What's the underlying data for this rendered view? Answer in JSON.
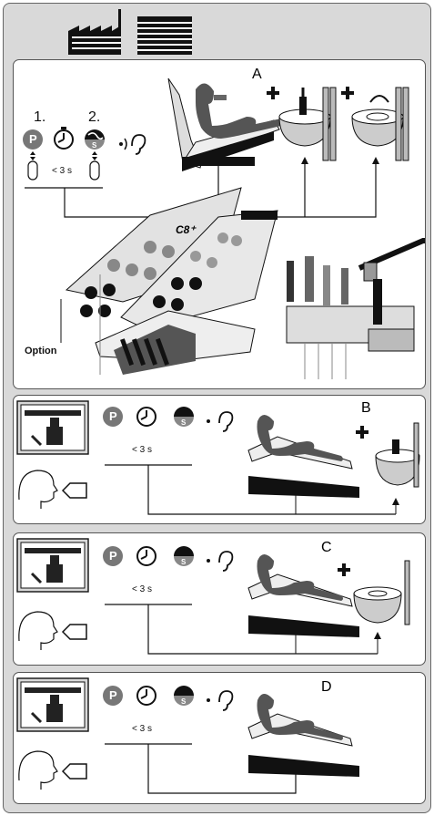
{
  "panelA": {
    "letter": "A",
    "step1": "1.",
    "step2": "2.",
    "timing": "< 3 s",
    "option_label": "Option",
    "tablet_code": "C8⁺",
    "p_key": "P",
    "s_key": "S"
  },
  "panelB": {
    "letter": "B",
    "timing": "< 3 s",
    "p_key": "P",
    "s_key": "S"
  },
  "panelC": {
    "letter": "C",
    "timing": "< 3 s",
    "p_key": "P",
    "s_key": "S"
  },
  "panelD": {
    "letter": "D",
    "timing": "< 3 s",
    "p_key": "P",
    "s_key": "S"
  }
}
